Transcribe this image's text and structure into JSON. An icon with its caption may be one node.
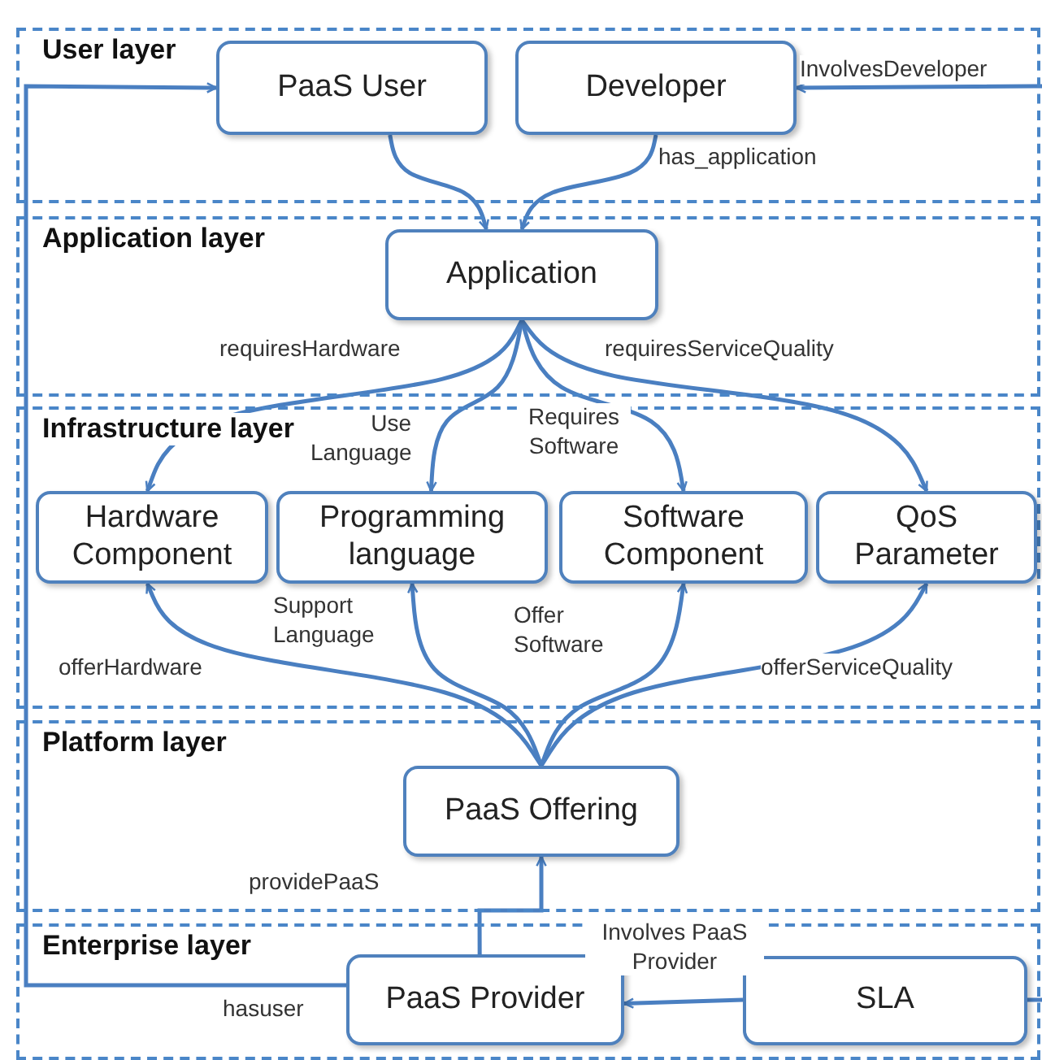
{
  "diagram": {
    "nodes": [
      {
        "text": [
          "User layer"
        ]
      },
      {
        "text": [
          "PaaS User"
        ],
        "in": 0
      },
      {
        "text": [
          "Developer"
        ],
        "in": 0
      },
      {
        "text": [
          "Application layer"
        ]
      },
      {
        "text": [
          "Application"
        ],
        "in": 3
      },
      {
        "text": [
          "Infrastructure layer"
        ]
      },
      {
        "text": [
          "Hardware Component"
        ],
        "in": 5
      },
      {
        "text": [
          "Programming language"
        ],
        "in": 5
      },
      {
        "text": [
          "Software Component"
        ],
        "in": 5
      },
      {
        "text": [
          "QoS Parameter"
        ],
        "in": 5
      },
      {
        "text": [
          "Platform layer"
        ]
      },
      {
        "text": [
          "PaaS Offering"
        ],
        "in": 10
      },
      {
        "text": [
          "Enterprise layer"
        ]
      },
      {
        "text": [
          "PaaS Provider"
        ],
        "in": 12
      },
      {
        "text": [
          "SLA"
        ],
        "in": 12
      }
    ],
    "edges": [
      {
        "from": 1,
        "to": 4,
        "arrow": "to"
      },
      {
        "from": 2,
        "to": 4,
        "arrow": "to",
        "label": "has_application"
      },
      {
        "from": null,
        "to": 2,
        "arrow": "to",
        "label": "InvolvesDeveloper"
      },
      {
        "from": 4,
        "to": 6,
        "arrow": "to",
        "label": "requiresHardware"
      },
      {
        "from": 4,
        "to": 7,
        "arrow": "to",
        "label": "Use Language"
      },
      {
        "from": 4,
        "to": 8,
        "arrow": "to",
        "label": "Requires Software"
      },
      {
        "from": 4,
        "to": 9,
        "arrow": "to",
        "label": "requiresServiceQuality"
      },
      {
        "from": 11,
        "to": 6,
        "arrow": "to",
        "label": "offerHardware"
      },
      {
        "from": 11,
        "to": 7,
        "arrow": "to",
        "label": "Support Language"
      },
      {
        "from": 11,
        "to": 8,
        "arrow": "to",
        "label": "Offer Software"
      },
      {
        "from": 11,
        "to": 9,
        "arrow": "to",
        "label": "offerServiceQuality"
      },
      {
        "from": 13,
        "to": 11,
        "arrow": "to",
        "label": "providePaaS"
      },
      {
        "from": 13,
        "to": 1,
        "arrow": "to",
        "label": "hasuser"
      },
      {
        "from": 14,
        "to": 13,
        "arrow": "to",
        "label": "Involves PaaS Provider"
      },
      {
        "from": 14,
        "to": null,
        "arrow": "none"
      }
    ]
  }
}
